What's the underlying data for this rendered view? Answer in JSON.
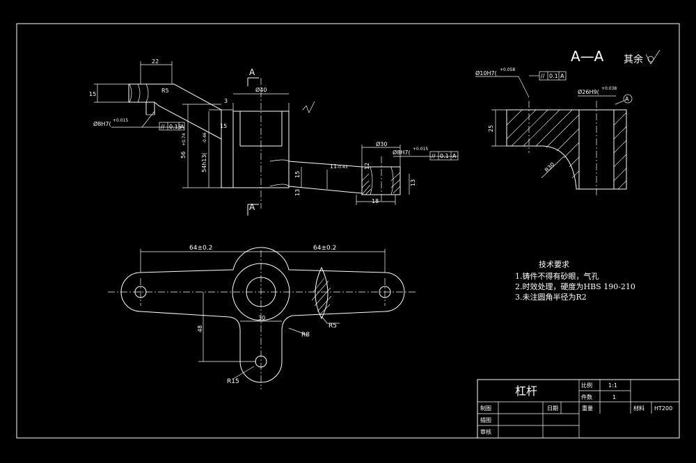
{
  "section_title": "A—A",
  "roughness_note": "其余",
  "section_mark": "A",
  "dims_front": {
    "d22": "22",
    "d15": "15",
    "r5": "R5",
    "d3": "3",
    "d15b": "15",
    "d8h7_left": "Ø8H7(",
    "d8h7_left_tol": "+0.015",
    "tol_left_sym": "//",
    "tol_left_val": "0.15",
    "tol_left_ref": "A",
    "d56": "56",
    "d56_tol": "+0.74",
    "d54": "54h13(",
    "d54_tol": "-0.46",
    "d40": "Ø40",
    "d30": "Ø30",
    "d8h7_right": "Ø8H7(",
    "d8h7_right_tol": "+0.015",
    "tol_right_sym": "//",
    "tol_right_val": "0.1",
    "tol_right_ref": "A",
    "d11": "11",
    "d11_tol": "-0.43",
    "d15c": "15",
    "d18": "18",
    "d13": "13",
    "d12": "12",
    "d13b": "13"
  },
  "dims_section": {
    "d10h7": "Ø10H7(",
    "d10h7_tol": "+0.058",
    "tol_sym": "//",
    "tol_val": "0.1",
    "tol_ref": "A",
    "d26h9": "Ø26H9(",
    "d26h9_tol": "+0.038",
    "datum": "A",
    "d25": "25",
    "r30": "R30"
  },
  "dims_top": {
    "d64a": "64±0.2",
    "d64b": "64±0.2",
    "d48": "48",
    "d30": "30",
    "r5": "R5",
    "r8": "R8",
    "r15": "R15"
  },
  "tech_requirements": {
    "title": "技术要求",
    "items": [
      "1.铸件不得有砂眼，气孔",
      "2.时效处理，硬度为HBS 190-210",
      "3.未注圆角半径为R2"
    ]
  },
  "title_block": {
    "part_name": "杠杆",
    "scale_label": "比例",
    "scale_value": "1:1",
    "qty_label": "件数",
    "qty_value": "1",
    "drawn_label": "制图",
    "date_label": "日期",
    "weight_label": "重量",
    "material_label": "材料",
    "material_value": "HT200",
    "design_label": "描图",
    "check_label": "审核"
  }
}
